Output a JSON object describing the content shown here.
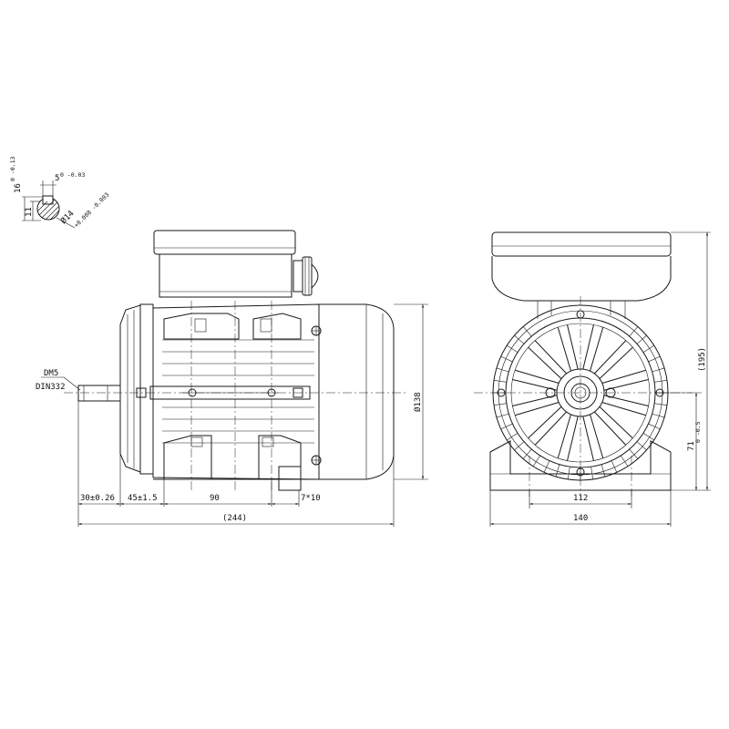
{
  "key_detail": {
    "key_height": "16",
    "key_height_tol": "0 -0.13",
    "key_width": "5",
    "key_width_tol": "0 -0.03",
    "depth": "11",
    "shaft_dia": "Ø14",
    "shaft_dia_tol": "+0.008 -0.003"
  },
  "side_view": {
    "center_hole_label_1": "DM5",
    "center_hole_label_2": "DIN332",
    "shaft_length": "30±0.26",
    "shaft_to_foot_hole": "45±1.5",
    "foot_hole_spacing": "90",
    "foot_slot": "7*10",
    "overall_length": "(244)",
    "flange_dia": "Ø138"
  },
  "end_view": {
    "overall_height": "(195)",
    "shaft_height": "71",
    "shaft_height_tol": "0 -0.5",
    "foot_spacing": "112",
    "foot_width": "140"
  }
}
